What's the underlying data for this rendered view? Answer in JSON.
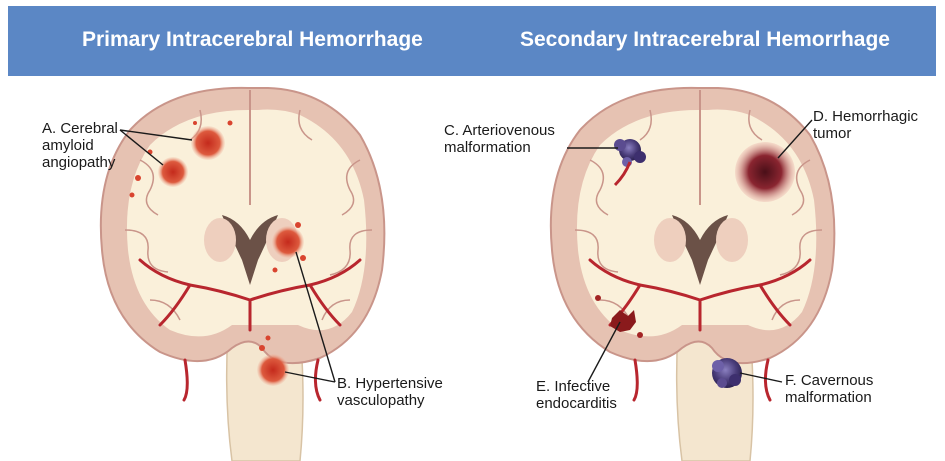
{
  "header": {
    "left_title": "Primary Intracerebral Hemorrhage",
    "right_title": "Secondary Intracerebral Hemorrhage"
  },
  "labels": {
    "a": [
      "A. Cerebral",
      "amyloid",
      "angiopathy"
    ],
    "b": [
      "B. Hypertensive",
      "vasculopathy"
    ],
    "c": [
      "C. Arteriovenous",
      "malformation"
    ],
    "d": [
      "D. Hemorrhagic",
      "tumor"
    ],
    "e": [
      "E. Infective",
      "endocarditis"
    ],
    "f": [
      "F. Cavernous",
      "malformation"
    ]
  },
  "colors": {
    "header": "#5b87c5",
    "brain_tissue": "#e6c2b2",
    "white_matter": "#faf0da",
    "vessel": "#b8262e",
    "hemorrhage": "#d9442f",
    "tumor": "#6a1a22",
    "malformation": "#4a3d7a"
  }
}
